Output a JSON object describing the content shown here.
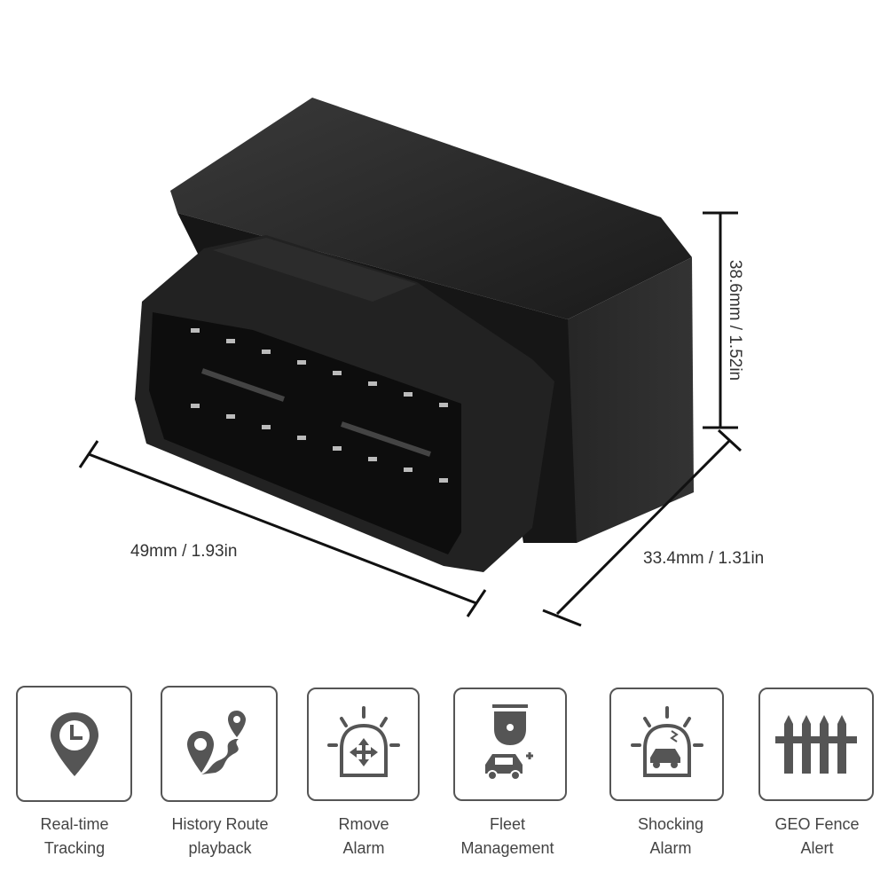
{
  "dimensions": {
    "length": "49mm / 1.93in",
    "height": "38.6mm / 1.52in",
    "width": "33.4mm / 1.31in"
  },
  "features": [
    {
      "icon": "location-clock-icon",
      "line1": "Real-time",
      "line2": "Tracking"
    },
    {
      "icon": "route-pins-icon",
      "line1": "History Route",
      "line2": "playback"
    },
    {
      "icon": "alarm-light-icon",
      "line1": "Rmove",
      "line2": "Alarm"
    },
    {
      "icon": "camera-car-icon",
      "line1": "Fleet",
      "line2": "Management"
    },
    {
      "icon": "shock-alarm-car-icon",
      "line1": "Shocking",
      "line2": "Alarm"
    },
    {
      "icon": "fence-icon",
      "line1": "GEO Fence",
      "line2": "Alert"
    }
  ],
  "colors": {
    "device": "#1c1c1c",
    "icon": "#555555"
  }
}
